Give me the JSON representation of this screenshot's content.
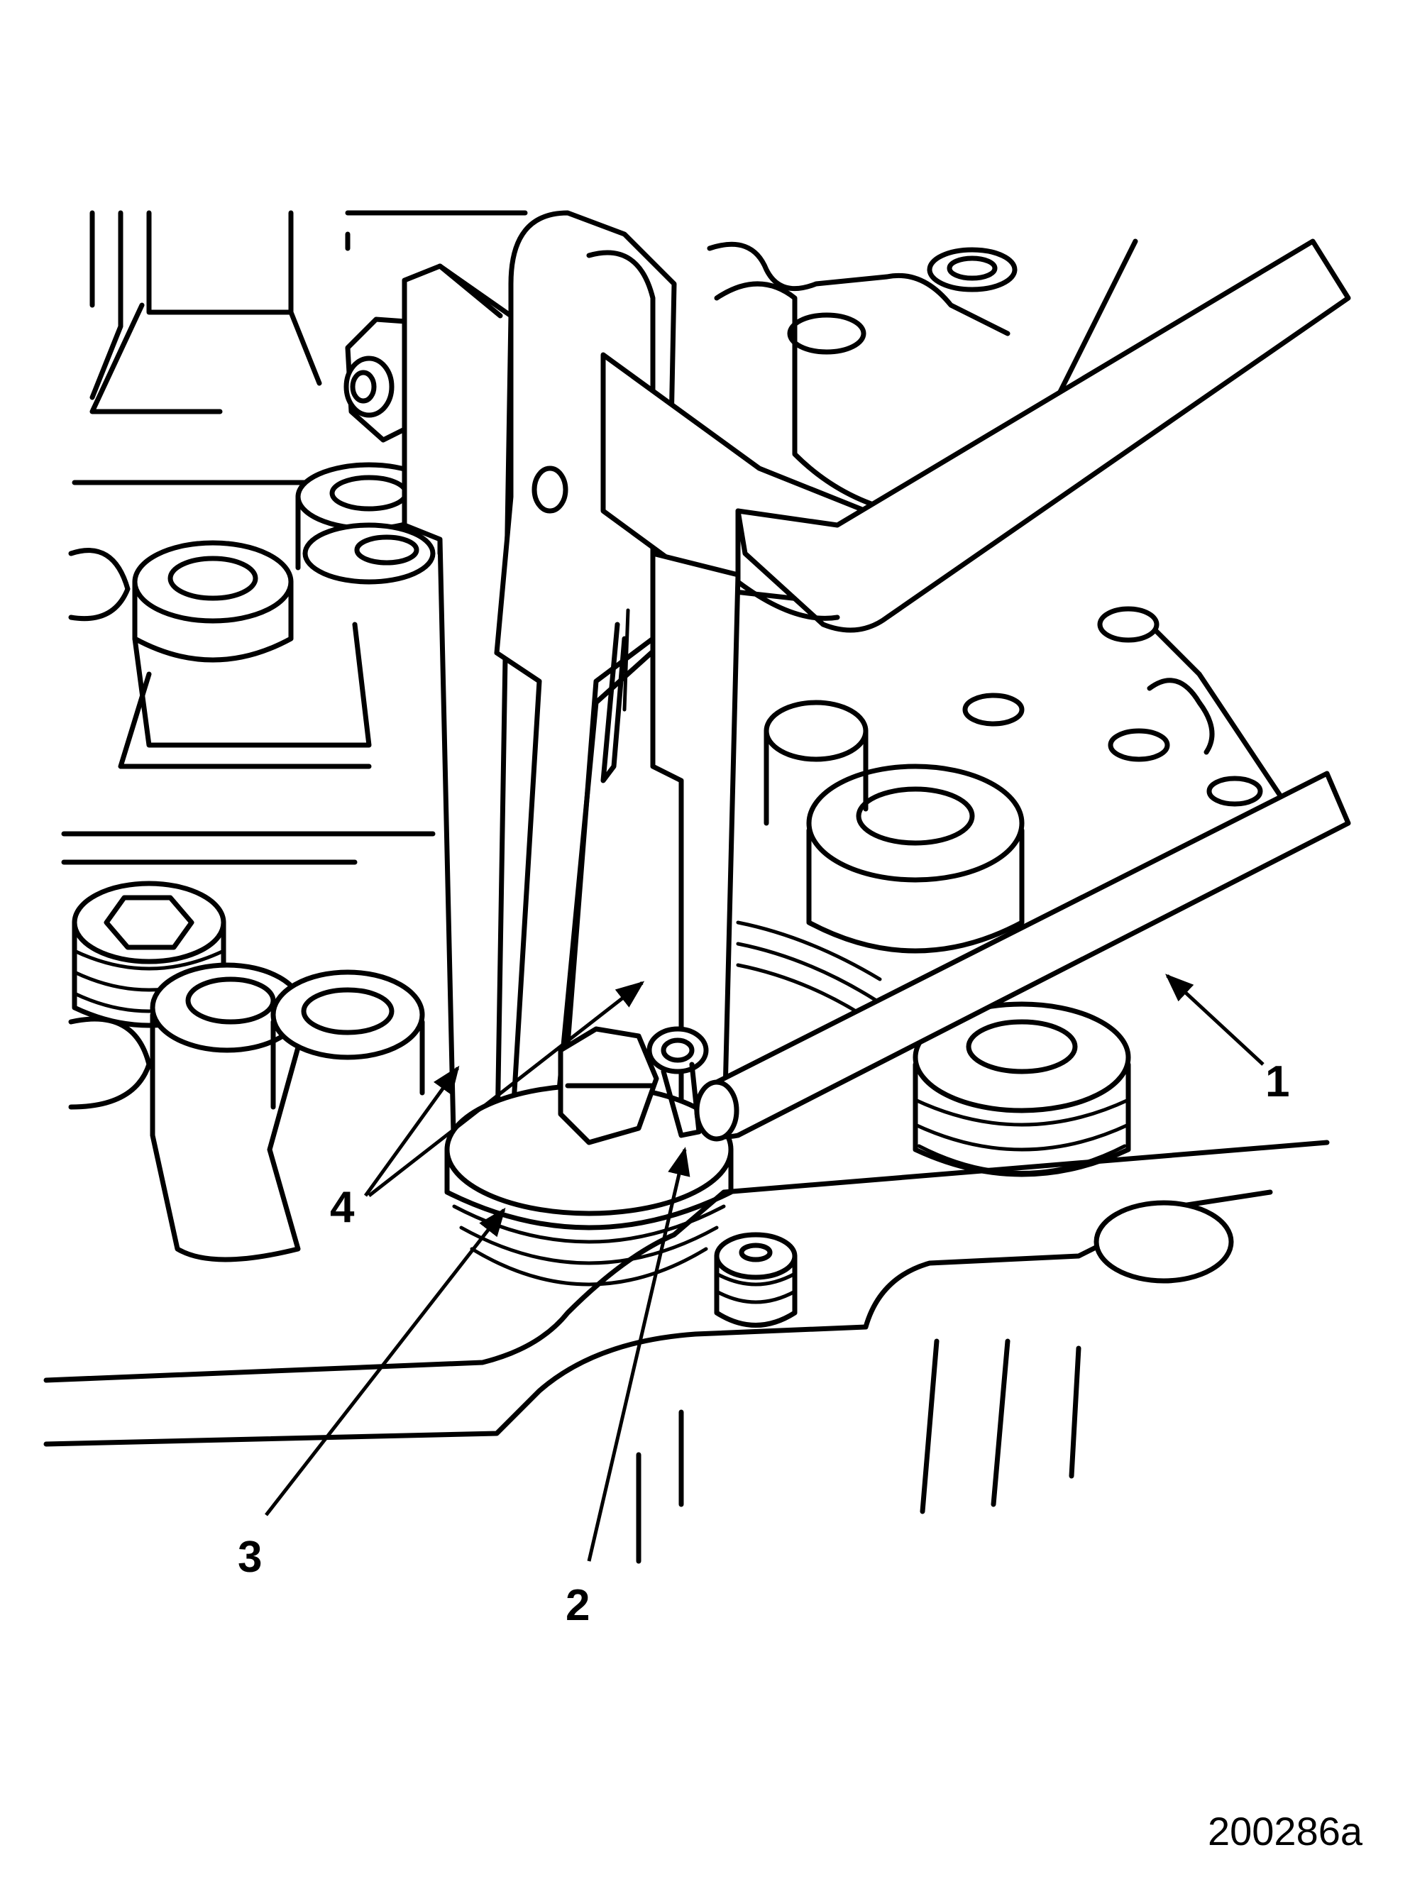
{
  "figure": {
    "callouts": [
      {
        "id": "1",
        "text": "1"
      },
      {
        "id": "2",
        "text": "2"
      },
      {
        "id": "3",
        "text": "3"
      },
      {
        "id": "4",
        "text": "4"
      }
    ],
    "figure_number": "200286a",
    "colors": {
      "line": "#000000",
      "background": "#ffffff"
    }
  }
}
